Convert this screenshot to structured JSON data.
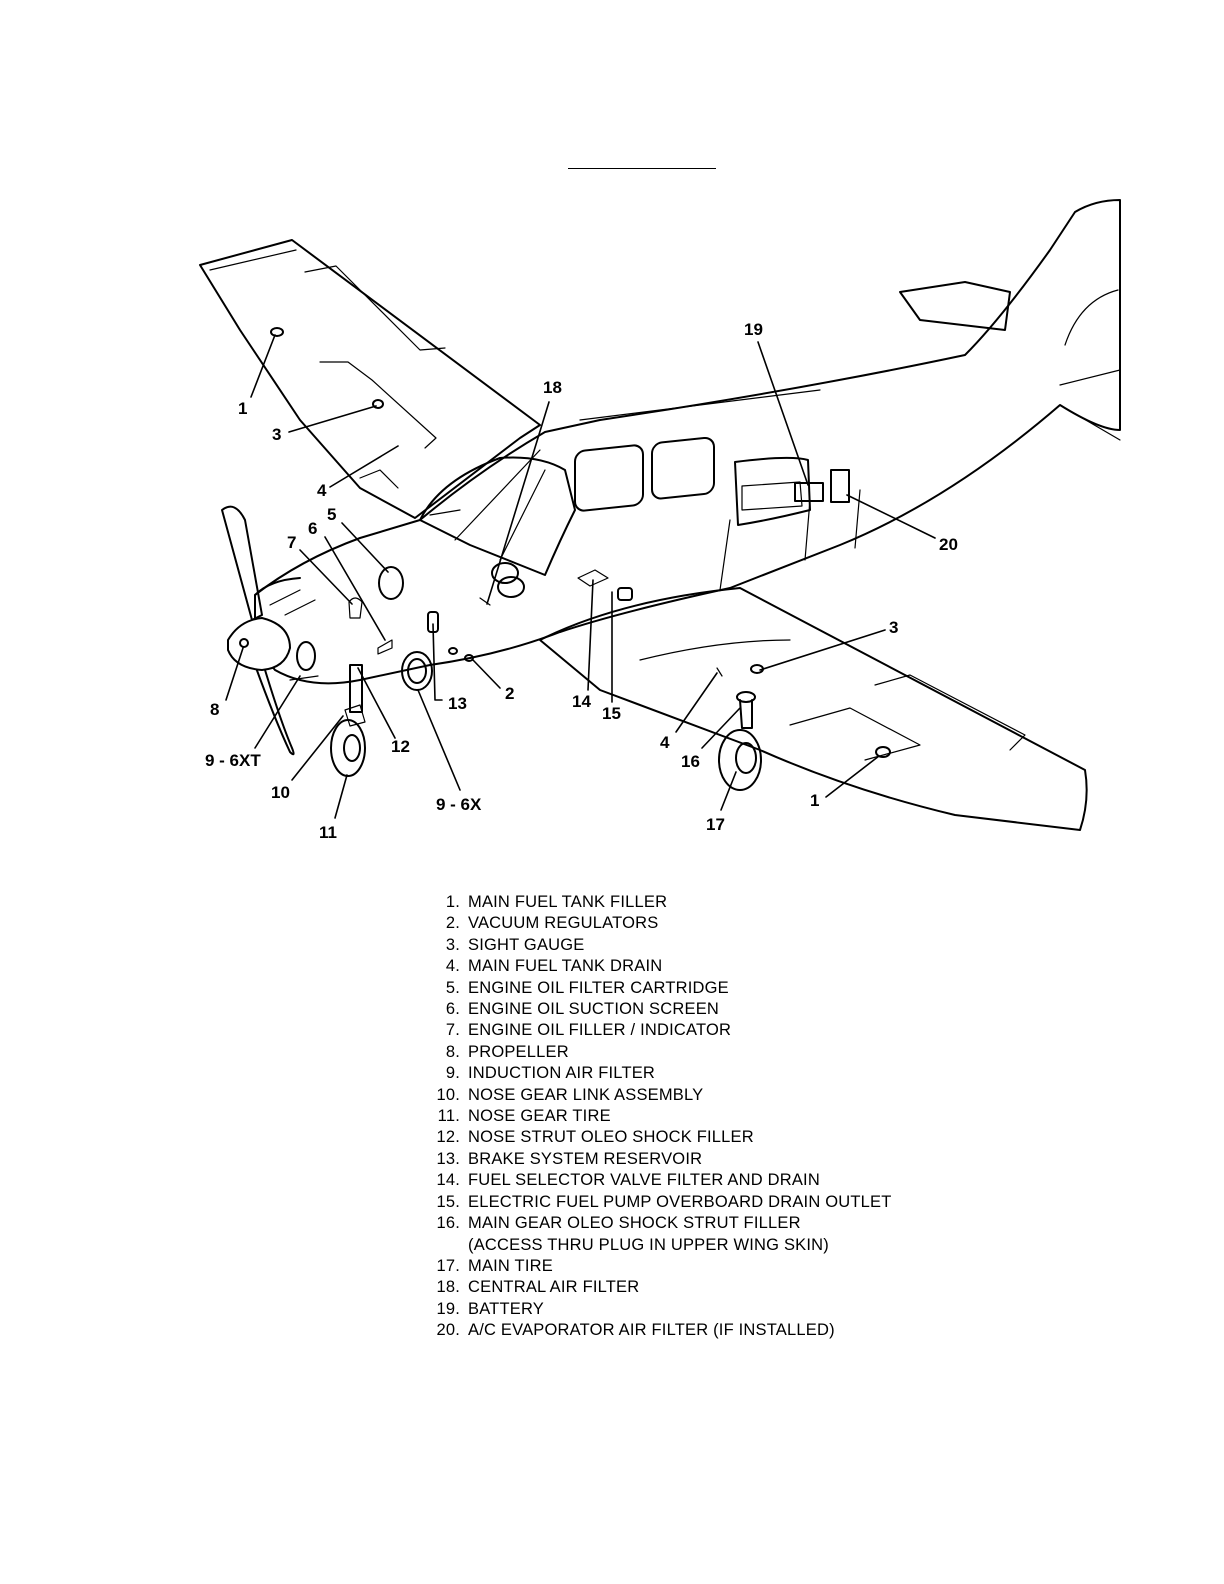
{
  "diagram": {
    "callouts": [
      "1",
      "3",
      "4",
      "5",
      "6",
      "7",
      "8",
      "9 - 6XT",
      "10",
      "11",
      "12",
      "9 - 6X",
      "13",
      "2",
      "14",
      "15",
      "3",
      "4",
      "16",
      "17",
      "1",
      "18",
      "19",
      "20"
    ]
  },
  "legend": {
    "items": [
      {
        "num": "1.",
        "text": "MAIN FUEL TANK FILLER"
      },
      {
        "num": "2.",
        "text": "VACUUM REGULATORS"
      },
      {
        "num": "3.",
        "text": "SIGHT GAUGE"
      },
      {
        "num": "4.",
        "text": "MAIN FUEL TANK DRAIN"
      },
      {
        "num": "5.",
        "text": "ENGINE OIL FILTER CARTRIDGE"
      },
      {
        "num": "6.",
        "text": "ENGINE OIL SUCTION SCREEN"
      },
      {
        "num": "7.",
        "text": "ENGINE OIL FILLER / INDICATOR"
      },
      {
        "num": "8.",
        "text": "PROPELLER"
      },
      {
        "num": "9.",
        "text": "INDUCTION AIR FILTER"
      },
      {
        "num": "10.",
        "text": "NOSE GEAR LINK ASSEMBLY"
      },
      {
        "num": "11.",
        "text": "NOSE GEAR TIRE"
      },
      {
        "num": "12.",
        "text": "NOSE STRUT OLEO SHOCK FILLER"
      },
      {
        "num": "13.",
        "text": "BRAKE SYSTEM RESERVOIR"
      },
      {
        "num": "14.",
        "text": "FUEL SELECTOR VALVE FILTER AND DRAIN"
      },
      {
        "num": "15.",
        "text": "ELECTRIC FUEL PUMP OVERBOARD DRAIN OUTLET"
      },
      {
        "num": "16.",
        "text": "MAIN GEAR OLEO SHOCK STRUT FILLER"
      },
      {
        "num": "",
        "text": "(ACCESS THRU PLUG IN UPPER WING SKIN)"
      },
      {
        "num": "17.",
        "text": "MAIN TIRE"
      },
      {
        "num": "18.",
        "text": "CENTRAL AIR FILTER"
      },
      {
        "num": "19.",
        "text": "BATTERY"
      },
      {
        "num": "20.",
        "text": "A/C EVAPORATOR AIR FILTER (IF INSTALLED)"
      }
    ]
  }
}
